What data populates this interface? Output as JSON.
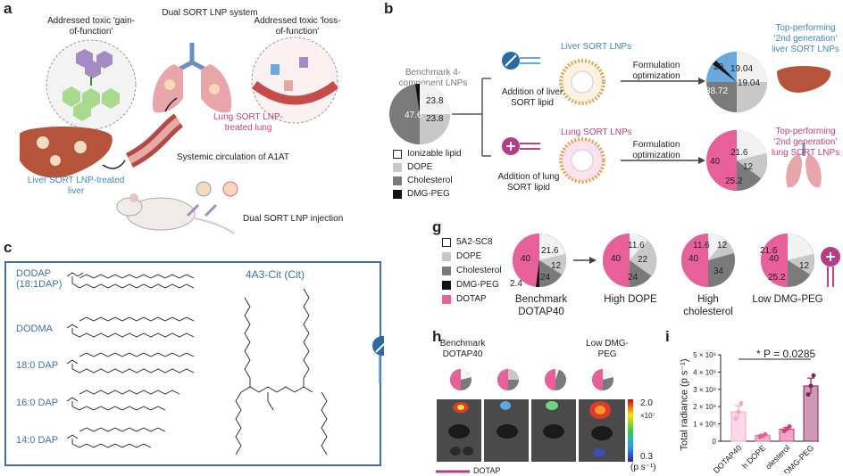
{
  "panel_labels": {
    "a": "a",
    "b": "b",
    "c": "c",
    "g": "g",
    "h": "h",
    "i": "i"
  },
  "panel_a": {
    "title": "Dual SORT LNP system",
    "left_bubble": "Addressed toxic 'gain-of-function'",
    "right_bubble": "Addressed toxic 'loss-of-function'",
    "lung_label": "Lung SORT LNP-treated lung",
    "liver_label": "Liver SORT LNP-treated liver",
    "circulation": "Systemic circulation of A1AT",
    "injection": "Dual SORT LNP injection"
  },
  "panel_b": {
    "benchmark_label": "Benchmark 4-component LNPs",
    "benchmark_values": [
      "47.6",
      "23.8",
      "23.8"
    ],
    "liver_title": "Liver SORT LNPs",
    "lung_title": "Lung SORT LNPs",
    "add_liver": "Addition of liver SORT lipid",
    "add_lung": "Addition of lung SORT lipid",
    "formulation1": "Formulation optimization",
    "formulation2": "Formulation optimization",
    "liver_values": [
      "20",
      "19.04",
      "19.04",
      "38.72"
    ],
    "lung_values": [
      "40",
      "21.6",
      "12",
      "25.2"
    ],
    "top_liver": "Top-performing '2nd generation' liver SORT LNPs",
    "top_lung": "Top-performing '2nd generation' lung SORT LNPs",
    "legend": [
      "Ionizable lipid",
      "DOPE",
      "Cholesterol",
      "DMG-PEG"
    ]
  },
  "panel_c": {
    "lipids": [
      "DODAP (18:1DAP)",
      "DODMA",
      "18:0 DAP",
      "16:0 DAP",
      "14:0 DAP"
    ],
    "cit_title": "4A3-Cit (Cit)"
  },
  "panel_g": {
    "legend": [
      "5A2-SC8",
      "DOPE",
      "Cholesterol",
      "DMG-PEG",
      "DOTAP"
    ],
    "pies": [
      {
        "label": "Benchmark DOTAP40",
        "values": [
          "40",
          "21.6",
          "12",
          "24",
          "2.4"
        ]
      },
      {
        "label": "High DOPE",
        "values": [
          "40",
          "11.6",
          "22",
          "24"
        ]
      },
      {
        "label": "High cholesterol",
        "values": [
          "40",
          "11.6",
          "12",
          "34"
        ]
      },
      {
        "label": "Low DMG-PEG",
        "values": [
          "40",
          "21.6",
          "12",
          "25.2"
        ]
      }
    ]
  },
  "panel_h": {
    "label_left": "Benchmark DOTAP40",
    "label_right": "Low DMG-PEG",
    "scale_max": "2.0",
    "scale_exp": "×10⁷",
    "scale_min": "0.3",
    "scale_unit": "(p s⁻¹)",
    "bottom_text": "DOTAP"
  },
  "panel_i": {
    "ylabel": "Total radiance (p s⁻¹)",
    "annotation": "* P = 0.0285"
  },
  "chart_data": {
    "type": "bar",
    "categories": [
      "DOTAP40",
      "High DOPE",
      "High cholesterol",
      "Low DMG-PEG"
    ],
    "tick_labels": [
      "DOTAP40",
      "h DOPE",
      "olesterol",
      "DMG-PEG"
    ],
    "values": [
      170000000.0,
      35000000.0,
      70000000.0,
      320000000.0
    ],
    "points": [
      [
        130000000.0,
        170000000.0,
        220000000.0
      ],
      [
        25000000.0,
        30000000.0,
        40000000.0
      ],
      [
        60000000.0,
        70000000.0,
        85000000.0
      ],
      [
        270000000.0,
        320000000.0,
        380000000.0
      ]
    ],
    "errors": [
      35000000.0,
      5000000.0,
      10000000.0,
      45000000.0
    ],
    "yticks": [
      "0",
      "1 × 10⁸",
      "2 × 10⁸",
      "3 × 10⁸",
      "4 × 10⁸",
      "5 × 10⁸"
    ],
    "ylim": [
      0,
      500000000.0
    ],
    "colors": [
      "#f4a9c6",
      "#e8609a",
      "#d63a7f",
      "#8e1f5a"
    ]
  },
  "colors": {
    "pink": "#e8609a",
    "blue": "#3d88c4",
    "light_gray": "#c8c8c8",
    "mid_gray": "#7a7a7a",
    "black": "#111111"
  }
}
